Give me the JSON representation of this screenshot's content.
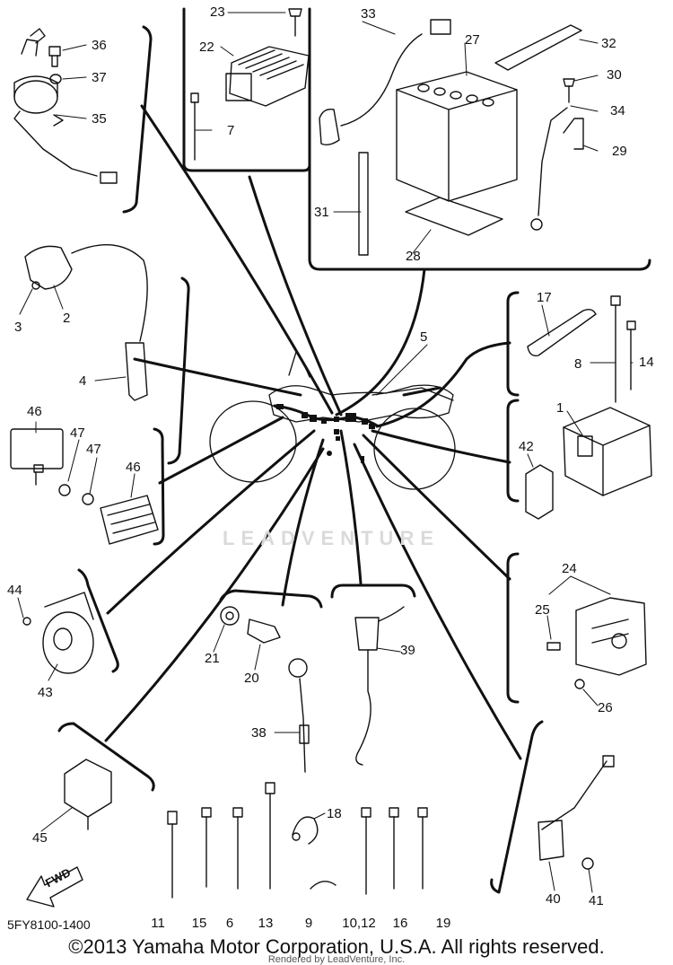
{
  "watermark": "LEADVENTURE",
  "doc_number": "5FY8100-1400",
  "copyright": "©2013 Yamaha Motor Corporation, U.S.A. All rights reserved.",
  "rendered_by": "Rendered by LeadVenture, Inc.",
  "fwd_label": "FWD",
  "callouts": {
    "n1": "1",
    "n2": "2",
    "n3": "3",
    "n4": "4",
    "n5": "5",
    "n6": "6",
    "n7": "7",
    "n8": "8",
    "n9": "9",
    "n10_12": "10,12",
    "n11": "11",
    "n13": "13",
    "n14": "14",
    "n15": "15",
    "n16": "16",
    "n17": "17",
    "n18": "18",
    "n19": "19",
    "n20": "20",
    "n21": "21",
    "n22": "22",
    "n23": "23",
    "n24": "24",
    "n25": "25",
    "n26": "26",
    "n27": "27",
    "n28": "28",
    "n29": "29",
    "n30": "30",
    "n31": "31",
    "n32": "32",
    "n33": "33",
    "n34": "34",
    "n35": "35",
    "n36": "36",
    "n37": "37",
    "n38": "38",
    "n39": "39",
    "n40": "40",
    "n41": "41",
    "n42": "42",
    "n43": "43",
    "n44": "44",
    "n45": "45",
    "n46a": "46",
    "n46b": "46",
    "n47a": "47",
    "n47b": "47"
  }
}
